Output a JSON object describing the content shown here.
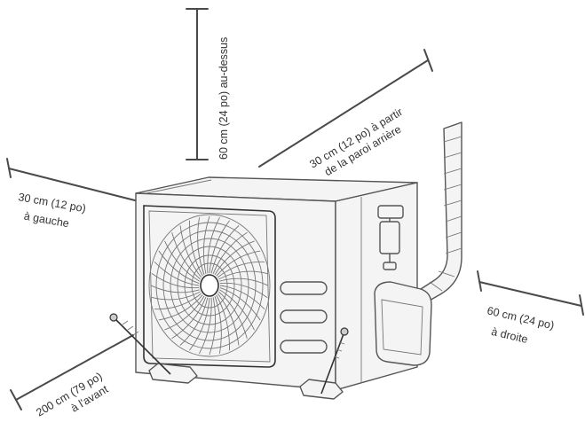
{
  "clearances": {
    "top": "60 cm (24 po) au-dessus",
    "back_line1": "30 cm (12 po) à partir",
    "back_line2": "de la paroi arrière",
    "left_line1": "30 cm (12 po)",
    "left_line2": "à gauche",
    "right_line1": "60 cm (24 po)",
    "right_line2": "à droite",
    "front_line1": "200 cm (79 po)",
    "front_line2": "à l'avant"
  }
}
